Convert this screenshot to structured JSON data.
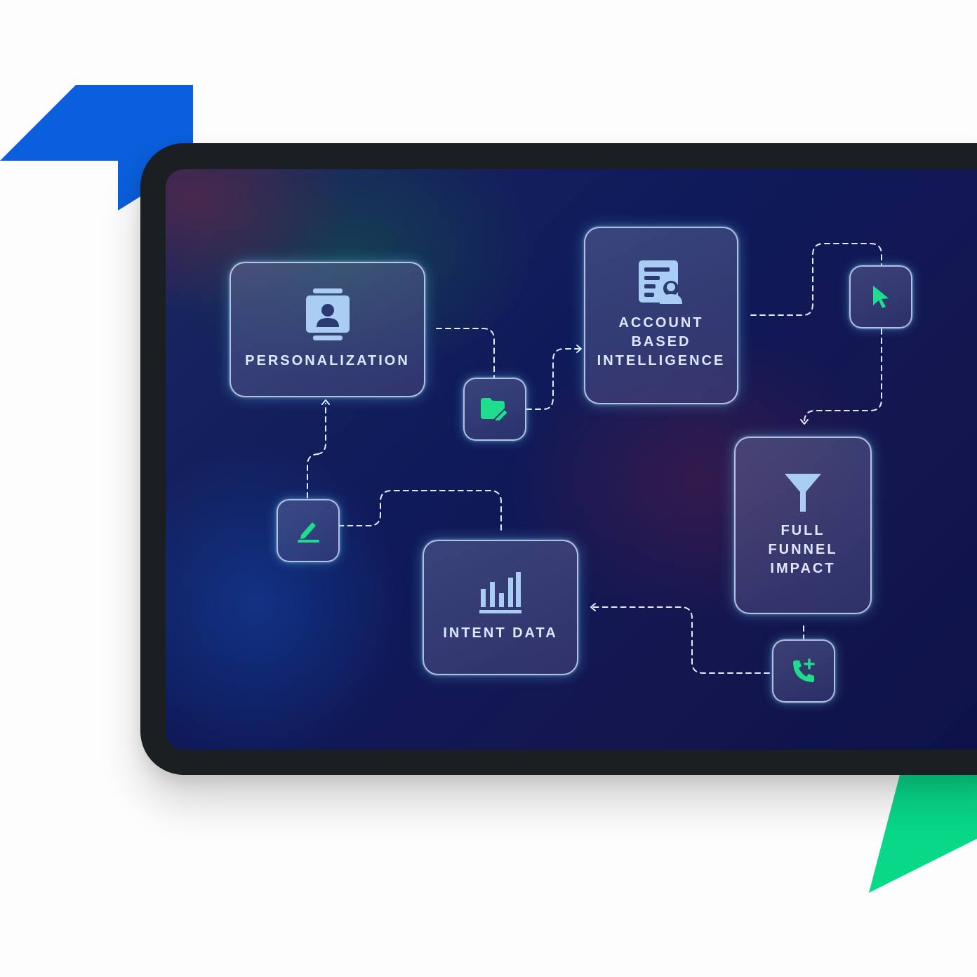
{
  "colors": {
    "accent_blue": "#0b5fdc",
    "accent_green": "#08d989",
    "icon_light": "#a9cdf3",
    "icon_green": "#1fdd8c"
  },
  "nodes": {
    "personalization": {
      "label": "PERSONALIZATION",
      "icon": "contact-card-icon"
    },
    "account_based_intelligence": {
      "label": "ACCOUNT\nBASED\nINTELLIGENCE",
      "icon": "document-user-icon"
    },
    "full_funnel_impact": {
      "label": "FULL\nFUNNEL\nIMPACT",
      "icon": "funnel-icon"
    },
    "intent_data": {
      "label": "INTENT DATA",
      "icon": "bar-chart-icon"
    }
  },
  "steps": [
    {
      "icon": "folder-edit-icon"
    },
    {
      "icon": "cursor-icon"
    },
    {
      "icon": "phone-add-icon"
    },
    {
      "icon": "pencil-icon"
    }
  ]
}
